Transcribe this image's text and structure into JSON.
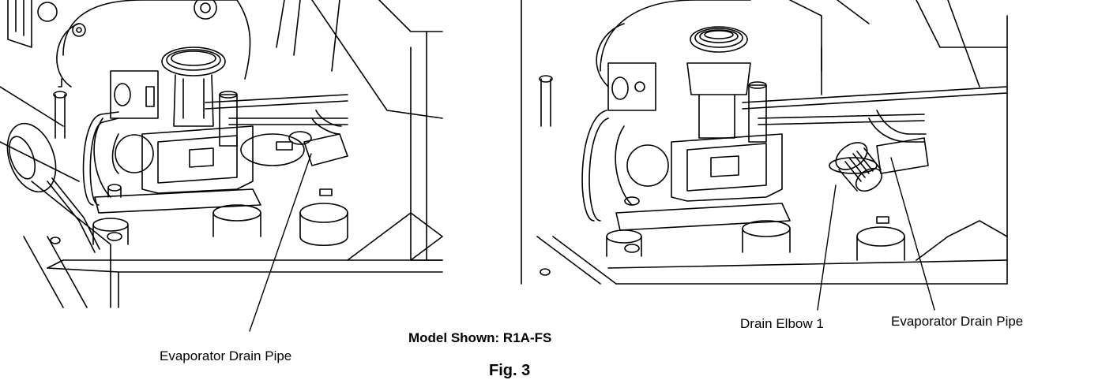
{
  "labels": {
    "left_callout": "Evaporator Drain Pipe",
    "right_callout_elbow": "Drain Elbow 1",
    "right_callout_pipe": "Evaporator Drain Pipe"
  },
  "model_shown": "Model Shown: R1A-FS",
  "figure_caption": "Fig. 3"
}
